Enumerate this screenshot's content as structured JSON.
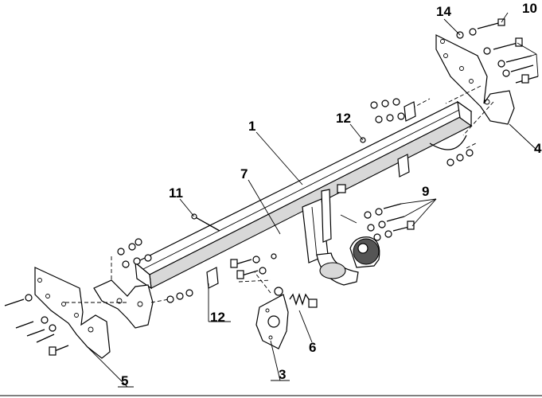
{
  "diagram": {
    "labels": {
      "p1": "1",
      "p3": "3",
      "p4": "4",
      "p5": "5",
      "p6": "6",
      "p7": "7",
      "p9": "9",
      "p10": "10",
      "p11": "11",
      "p12a": "12",
      "p12b": "12",
      "p14": "14"
    }
  }
}
